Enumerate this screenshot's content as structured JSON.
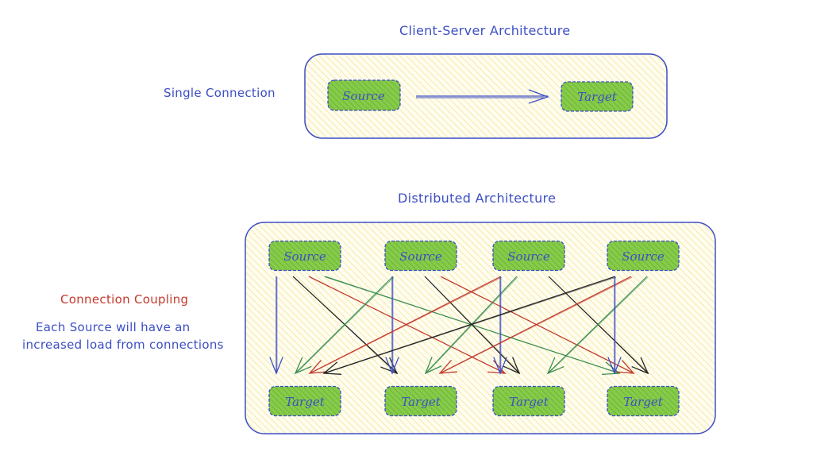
{
  "colors": {
    "stroke_blue": "#3d4fc4",
    "container_fill": "#fdf7d5",
    "node_fill": "#7cc441",
    "arrow_red": "#c0392b",
    "arrow_green": "#3a8f4f",
    "arrow_black": "#222222"
  },
  "client_server": {
    "title": "Client-Server Architecture",
    "side_label": "Single Connection",
    "source_label": "Source",
    "target_label": "Target"
  },
  "distributed": {
    "title": "Distributed Architecture",
    "side_title": "Connection Coupling",
    "side_line1": "Each Source will have an",
    "side_line2": "increased load from connections",
    "sources": [
      {
        "label": "Source"
      },
      {
        "label": "Source"
      },
      {
        "label": "Source"
      },
      {
        "label": "Source"
      }
    ],
    "targets": [
      {
        "label": "Target"
      },
      {
        "label": "Target"
      },
      {
        "label": "Target"
      },
      {
        "label": "Target"
      }
    ],
    "connections": [
      {
        "from": 0,
        "to": 0,
        "color": "blue"
      },
      {
        "from": 0,
        "to": 1,
        "color": "black"
      },
      {
        "from": 0,
        "to": 2,
        "color": "red"
      },
      {
        "from": 0,
        "to": 3,
        "color": "green"
      },
      {
        "from": 1,
        "to": 0,
        "color": "green"
      },
      {
        "from": 1,
        "to": 1,
        "color": "blue"
      },
      {
        "from": 1,
        "to": 2,
        "color": "black"
      },
      {
        "from": 1,
        "to": 3,
        "color": "red"
      },
      {
        "from": 2,
        "to": 0,
        "color": "red"
      },
      {
        "from": 2,
        "to": 1,
        "color": "green"
      },
      {
        "from": 2,
        "to": 2,
        "color": "blue"
      },
      {
        "from": 2,
        "to": 3,
        "color": "black"
      },
      {
        "from": 3,
        "to": 0,
        "color": "black"
      },
      {
        "from": 3,
        "to": 1,
        "color": "red"
      },
      {
        "from": 3,
        "to": 2,
        "color": "green"
      },
      {
        "from": 3,
        "to": 3,
        "color": "blue"
      }
    ]
  }
}
